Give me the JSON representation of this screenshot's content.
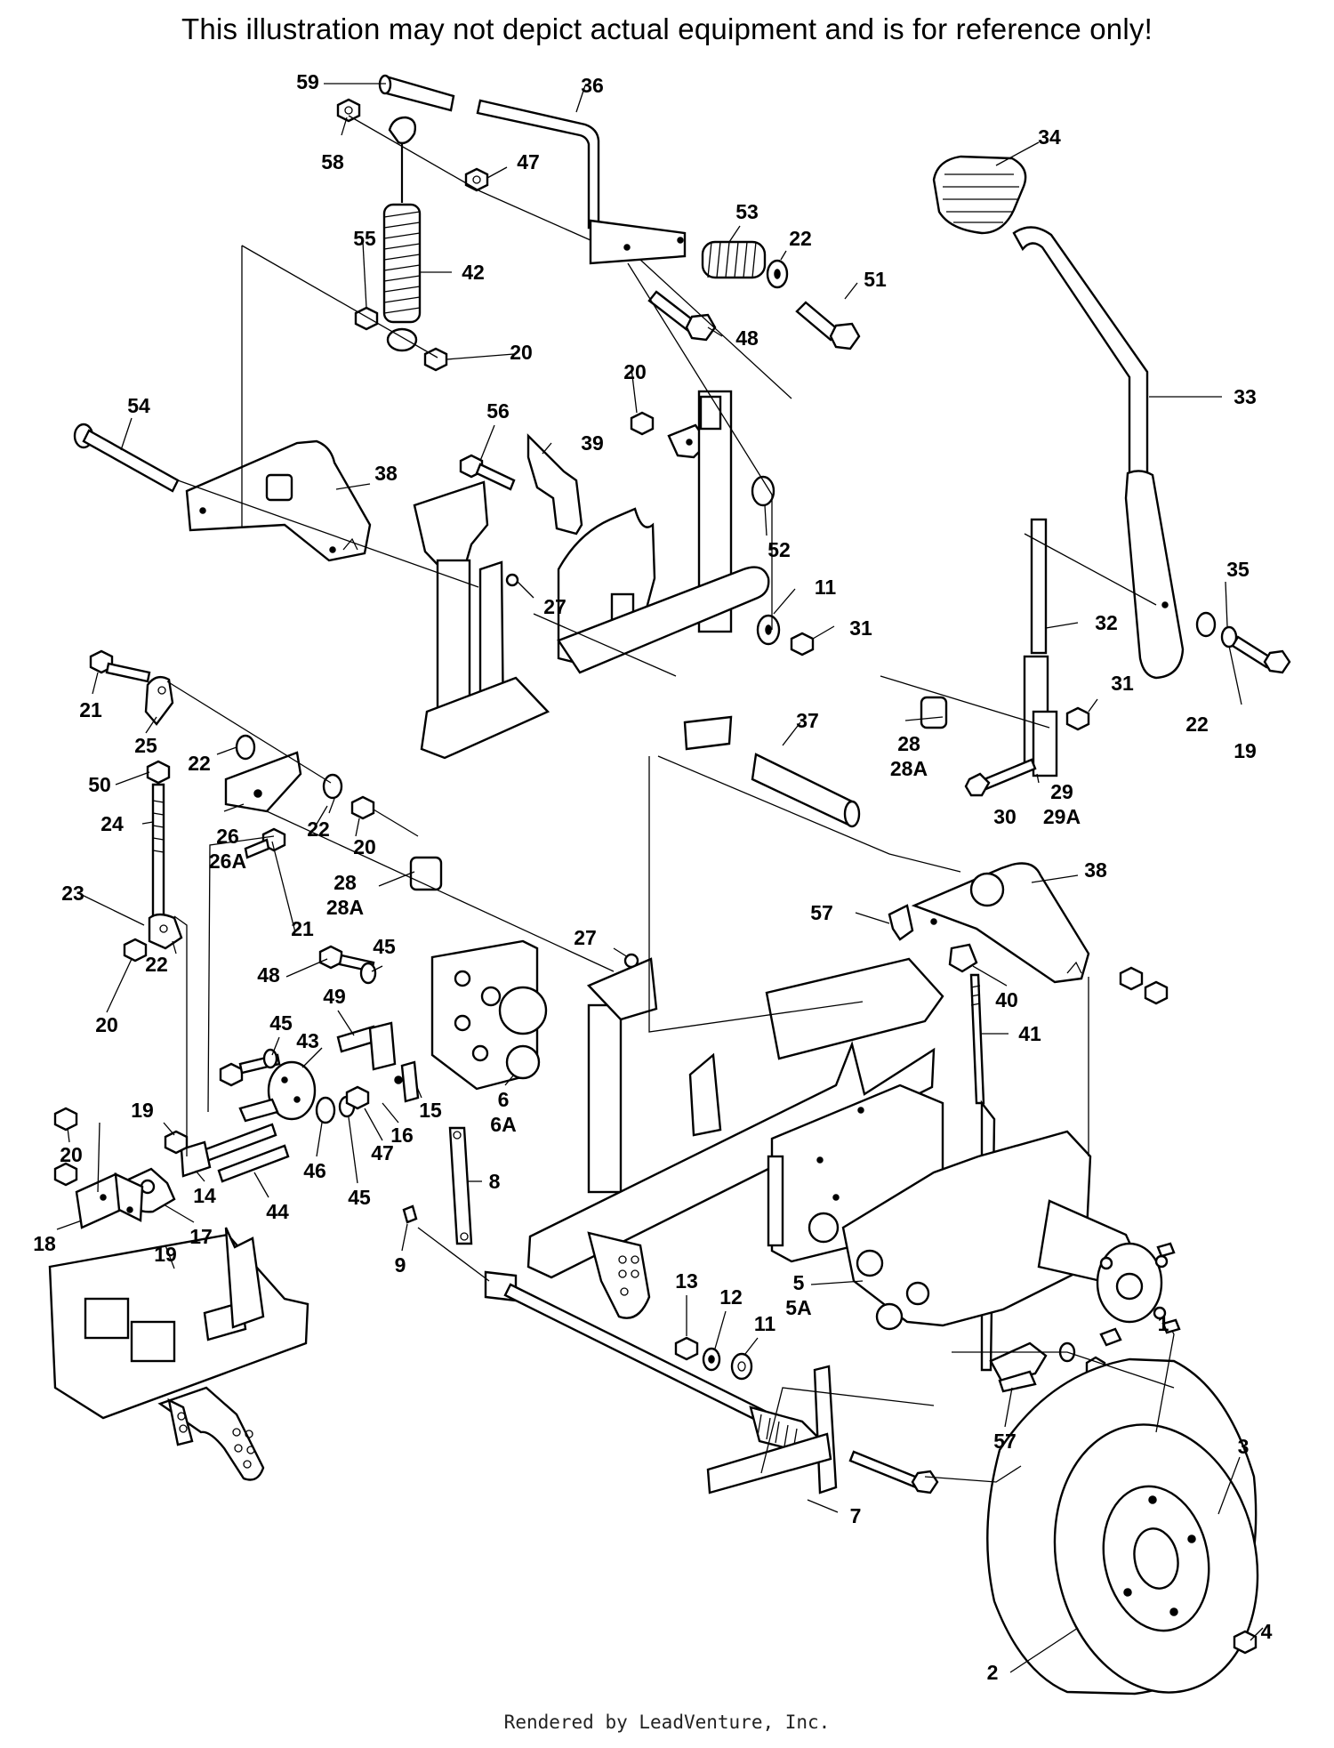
{
  "disclaimer": "This illustration may not depict actual equipment and is for reference only!",
  "footer": "Rendered by LeadVenture, Inc.",
  "callouts": [
    {
      "id": "59",
      "label": "59"
    },
    {
      "id": "36",
      "label": "36"
    },
    {
      "id": "58",
      "label": "58"
    },
    {
      "id": "47a",
      "label": "47"
    },
    {
      "id": "34",
      "label": "34"
    },
    {
      "id": "53",
      "label": "53"
    },
    {
      "id": "22a",
      "label": "22"
    },
    {
      "id": "55",
      "label": "55"
    },
    {
      "id": "42",
      "label": "42"
    },
    {
      "id": "51",
      "label": "51"
    },
    {
      "id": "48a",
      "label": "48"
    },
    {
      "id": "20a",
      "label": "20"
    },
    {
      "id": "20b",
      "label": "20"
    },
    {
      "id": "33",
      "label": "33"
    },
    {
      "id": "54",
      "label": "54"
    },
    {
      "id": "56",
      "label": "56"
    },
    {
      "id": "39",
      "label": "39"
    },
    {
      "id": "38a",
      "label": "38"
    },
    {
      "id": "52",
      "label": "52"
    },
    {
      "id": "35",
      "label": "35"
    },
    {
      "id": "11a",
      "label": "11"
    },
    {
      "id": "27a",
      "label": "27"
    },
    {
      "id": "31a",
      "label": "31"
    },
    {
      "id": "32",
      "label": "32"
    },
    {
      "id": "21a",
      "label": "21"
    },
    {
      "id": "19a",
      "label": "19"
    },
    {
      "id": "22b",
      "label": "22"
    },
    {
      "id": "25",
      "label": "25"
    },
    {
      "id": "22c",
      "label": "22"
    },
    {
      "id": "31b",
      "label": "31"
    },
    {
      "id": "37",
      "label": "37"
    },
    {
      "id": "50",
      "label": "50"
    },
    {
      "id": "28a",
      "label": "28"
    },
    {
      "id": "28aa",
      "label": "28A"
    },
    {
      "id": "22d",
      "label": "22"
    },
    {
      "id": "20c",
      "label": "20"
    },
    {
      "id": "26",
      "label": "26"
    },
    {
      "id": "26a",
      "label": "26A"
    },
    {
      "id": "24",
      "label": "24"
    },
    {
      "id": "29",
      "label": "29"
    },
    {
      "id": "29a",
      "label": "29A"
    },
    {
      "id": "30",
      "label": "30"
    },
    {
      "id": "23",
      "label": "23"
    },
    {
      "id": "21b",
      "label": "21"
    },
    {
      "id": "28b",
      "label": "28"
    },
    {
      "id": "28ab",
      "label": "28A"
    },
    {
      "id": "38b",
      "label": "38"
    },
    {
      "id": "57a",
      "label": "57"
    },
    {
      "id": "27b",
      "label": "27"
    },
    {
      "id": "22e",
      "label": "22"
    },
    {
      "id": "45a",
      "label": "45"
    },
    {
      "id": "20d",
      "label": "20"
    },
    {
      "id": "48b",
      "label": "48"
    },
    {
      "id": "40",
      "label": "40"
    },
    {
      "id": "49",
      "label": "49"
    },
    {
      "id": "41",
      "label": "41"
    },
    {
      "id": "45b",
      "label": "45"
    },
    {
      "id": "43",
      "label": "43"
    },
    {
      "id": "6",
      "label": "6"
    },
    {
      "id": "6a",
      "label": "6A"
    },
    {
      "id": "15",
      "label": "15"
    },
    {
      "id": "20e",
      "label": "20"
    },
    {
      "id": "19b",
      "label": "19"
    },
    {
      "id": "16",
      "label": "16"
    },
    {
      "id": "47b",
      "label": "47"
    },
    {
      "id": "8",
      "label": "8"
    },
    {
      "id": "14",
      "label": "14"
    },
    {
      "id": "46",
      "label": "46"
    },
    {
      "id": "18",
      "label": "18"
    },
    {
      "id": "17",
      "label": "17"
    },
    {
      "id": "44",
      "label": "44"
    },
    {
      "id": "45c",
      "label": "45"
    },
    {
      "id": "19c",
      "label": "19"
    },
    {
      "id": "9",
      "label": "9"
    },
    {
      "id": "5",
      "label": "5"
    },
    {
      "id": "5a",
      "label": "5A"
    },
    {
      "id": "13",
      "label": "13"
    },
    {
      "id": "12",
      "label": "12"
    },
    {
      "id": "11b",
      "label": "11"
    },
    {
      "id": "57b",
      "label": "57"
    },
    {
      "id": "1",
      "label": "1"
    },
    {
      "id": "3",
      "label": "3"
    },
    {
      "id": "7",
      "label": "7"
    },
    {
      "id": "4",
      "label": "4"
    },
    {
      "id": "2",
      "label": "2"
    }
  ]
}
